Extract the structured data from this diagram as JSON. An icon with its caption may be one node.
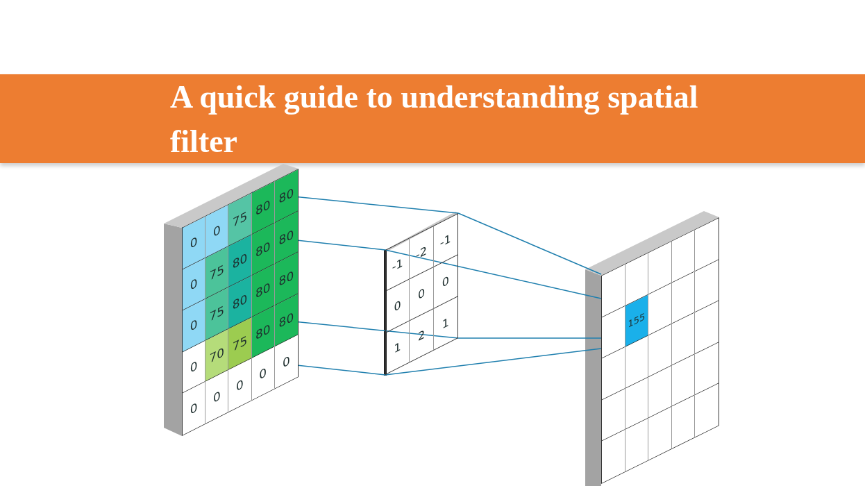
{
  "diagram": {
    "title": "A quick guide to understanding spatial filter",
    "nodes": [
      {
        "text": [
          "0",
          "0",
          "75",
          "80",
          "80",
          "0",
          "75",
          "80",
          "80",
          "80",
          "0",
          "75",
          "80",
          "80",
          "80",
          "0",
          "70",
          "75",
          "80",
          "80",
          "0",
          "0",
          "0",
          "0",
          "0"
        ]
      },
      {
        "text": [
          "-1",
          "-2",
          "-1",
          "0",
          "0",
          "0",
          "1",
          "2",
          "1"
        ]
      },
      {
        "text": [
          "155"
        ]
      }
    ],
    "edges": [
      {
        "from": 0,
        "to": 1,
        "arrow": "none"
      },
      {
        "from": 0,
        "to": 1,
        "arrow": "none"
      },
      {
        "from": 0,
        "to": 1,
        "arrow": "none"
      },
      {
        "from": 0,
        "to": 1,
        "arrow": "none"
      },
      {
        "from": 1,
        "to": 2,
        "arrow": "none"
      },
      {
        "from": 1,
        "to": 2,
        "arrow": "none"
      },
      {
        "from": 1,
        "to": 2,
        "arrow": "none"
      },
      {
        "from": 1,
        "to": 2,
        "arrow": "none"
      }
    ]
  }
}
